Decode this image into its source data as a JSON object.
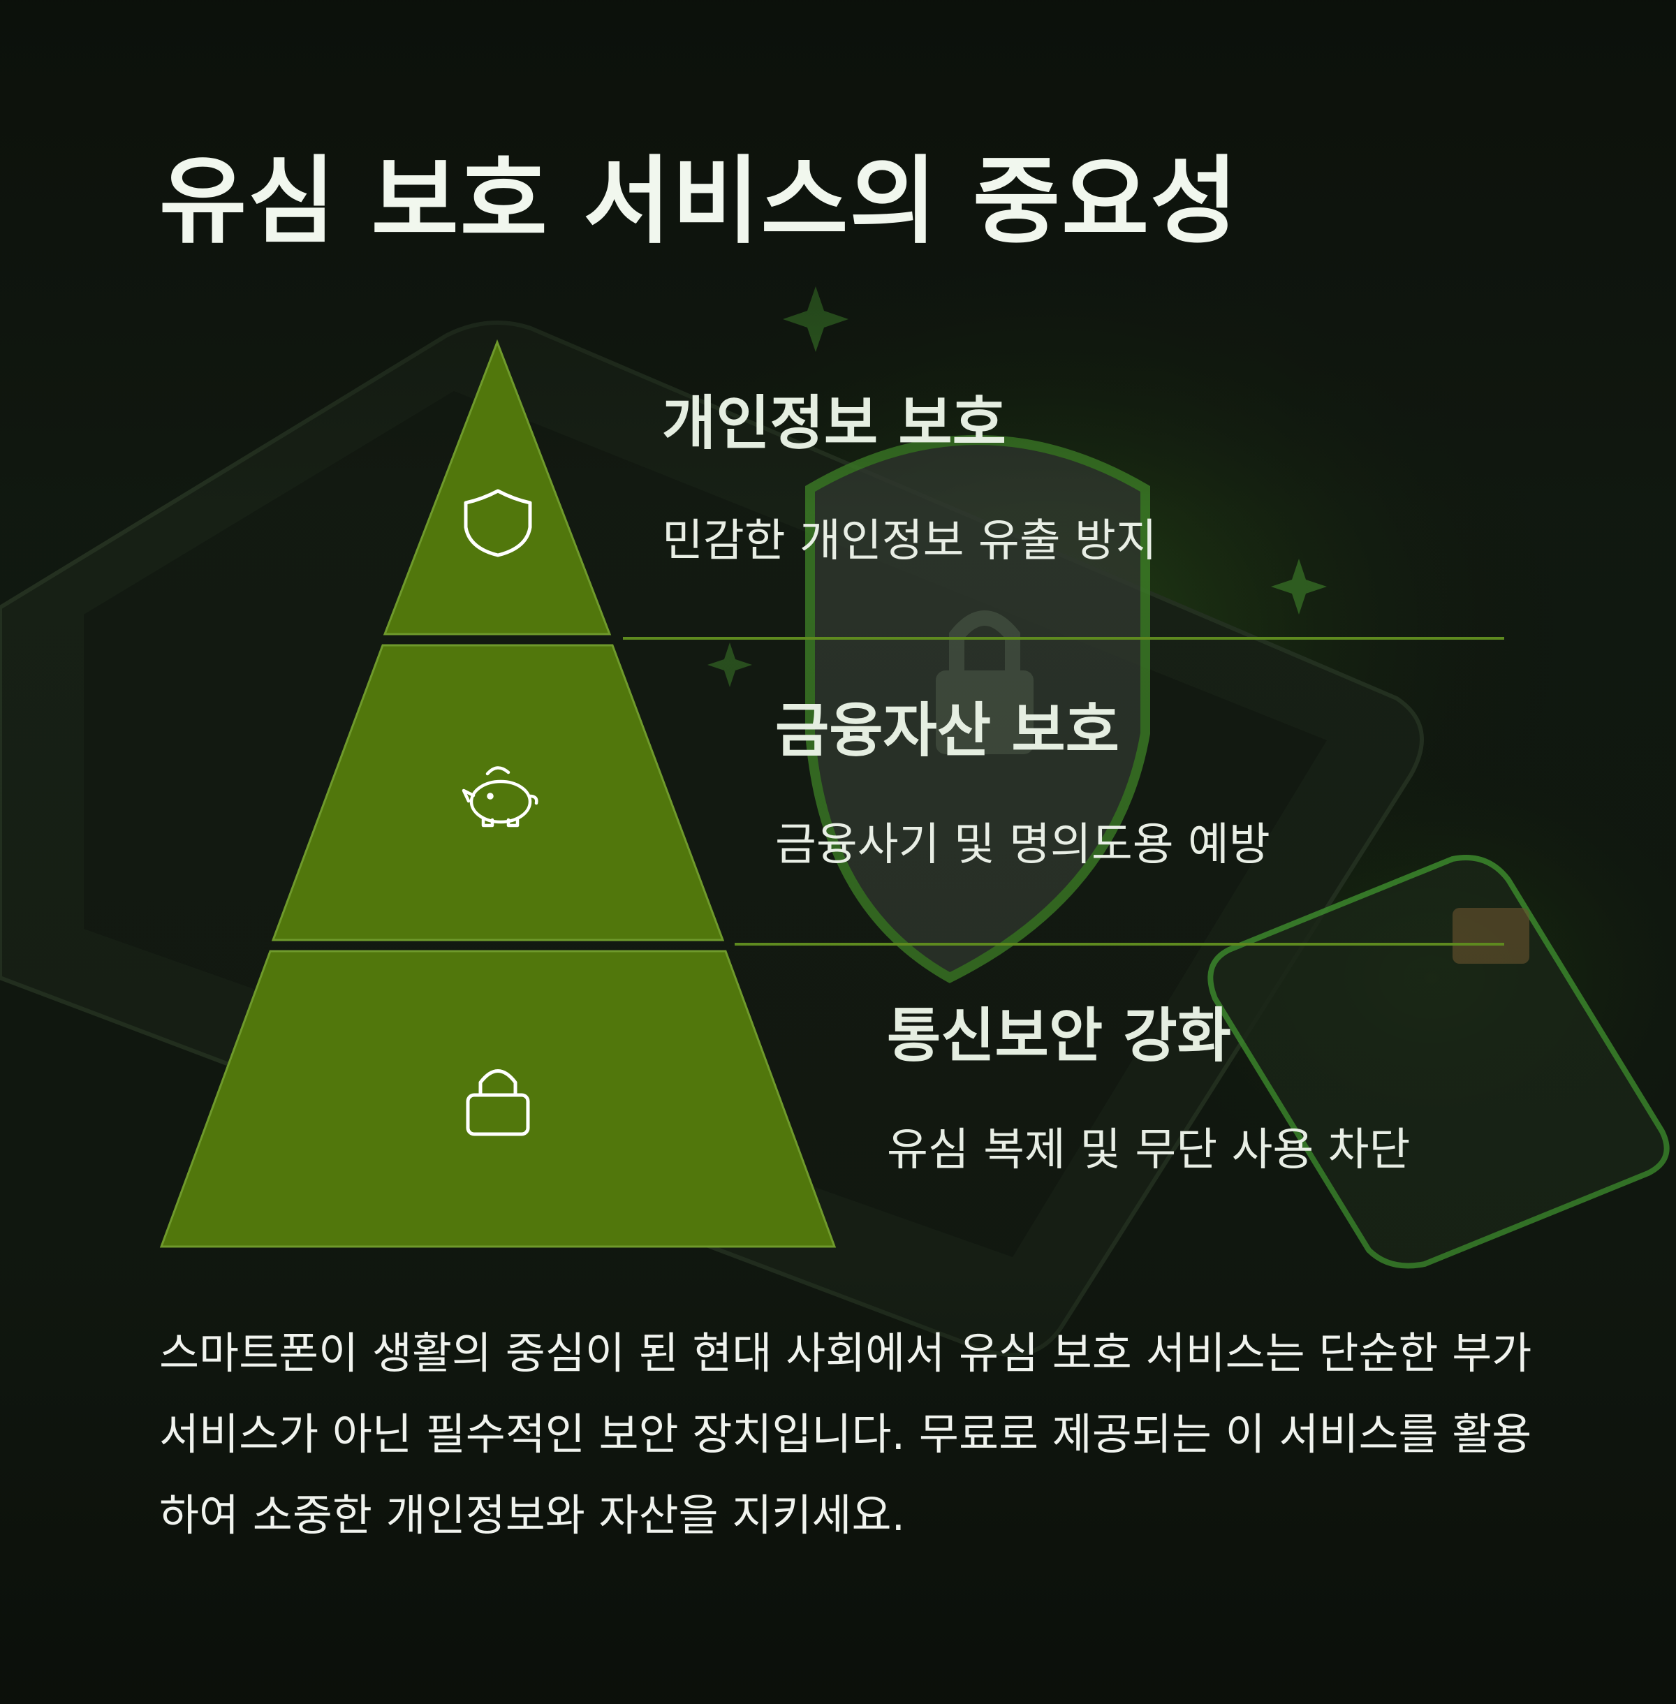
{
  "title": "유심 보호 서비스의 중요성",
  "tiers": [
    {
      "heading": "개인정보 보호",
      "description": "민감한 개인정보 유출 방지",
      "icon": "shield-icon"
    },
    {
      "heading": "금융자산 보호",
      "description": "금융사기 및 명의도용 예방",
      "icon": "piggy-bank-icon"
    },
    {
      "heading": "통신보안 강화",
      "description": "유심 복제 및 무단 사용 차단",
      "icon": "lock-icon"
    }
  ],
  "body_text": "스마트폰이 생활의 중심이 된 현대 사회에서 유심 보호 서비스는 단순한 부가서비스가 아닌 필수적인 보안 장치입니다. 무료로 제공되는 이 서비스를 활용하여 소중한 개인정보와 자산을 지키세요.",
  "colors": {
    "background": "#0d120c",
    "pyramid_fill": "#51770c",
    "pyramid_stroke": "#6f9a2c",
    "divider": "#5e8a1f",
    "text": "#f0f3ee"
  }
}
